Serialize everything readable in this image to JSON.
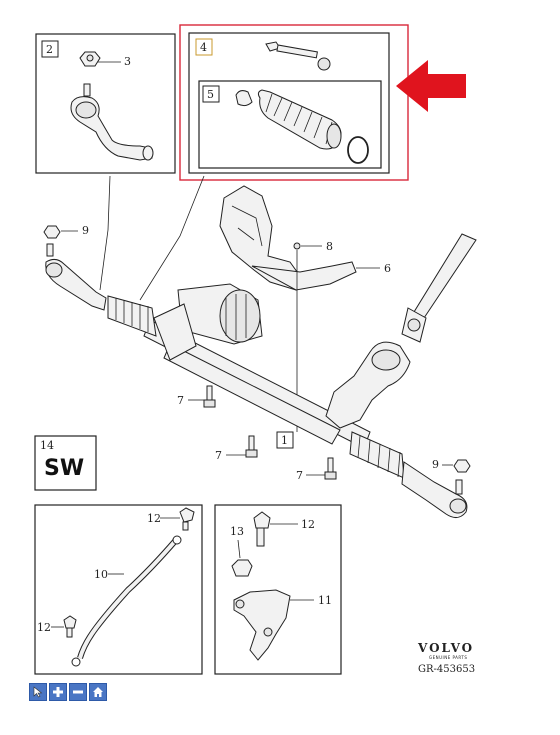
{
  "callouts": {
    "c1": "1",
    "c2": "2",
    "c3": "3",
    "c4": "4",
    "c5": "5",
    "c6": "6",
    "c7a": "7",
    "c7b": "7",
    "c7c": "7",
    "c8": "8",
    "c9a": "9",
    "c9b": "9",
    "c10": "10",
    "c11": "11",
    "c12a": "12",
    "c12b": "12",
    "c12c": "12",
    "c13": "13",
    "c14": "14"
  },
  "sw_label": "SW",
  "brand": {
    "name": "VOLVO",
    "sub": "GENUINE PARTS",
    "ref": "GR-453653"
  },
  "toolbar": {
    "tools": [
      "pointer-icon",
      "zoom-in-icon",
      "zoom-out-icon",
      "home-icon"
    ]
  },
  "colors": {
    "highlight_frame": "#d9283a",
    "arrow": "#e0141e",
    "toolbar": "#4a76c4"
  }
}
